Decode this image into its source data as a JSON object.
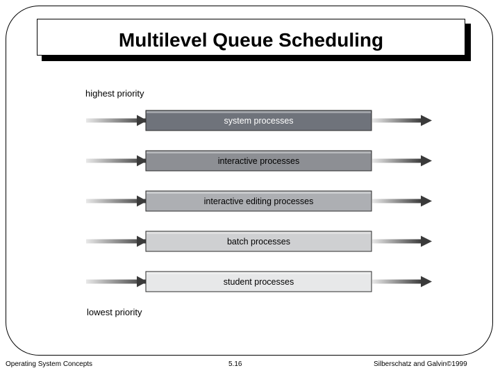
{
  "title": "Multilevel Queue Scheduling",
  "labels": {
    "highest": "highest priority",
    "lowest": "lowest priority"
  },
  "queues": [
    {
      "label": "system processes",
      "fill": "#6f737b",
      "text_color": "#ffffff"
    },
    {
      "label": "interactive processes",
      "fill": "#8d8f94",
      "text_color": "#000000"
    },
    {
      "label": "interactive editing processes",
      "fill": "#adafb3",
      "text_color": "#000000"
    },
    {
      "label": "batch processes",
      "fill": "#cfd0d2",
      "text_color": "#000000"
    },
    {
      "label": "student processes",
      "fill": "#e7e8e9",
      "text_color": "#000000"
    }
  ],
  "footer": {
    "left": "Operating System Concepts",
    "center": "5.16",
    "right": "Silberschatz and Galvin©1999"
  }
}
